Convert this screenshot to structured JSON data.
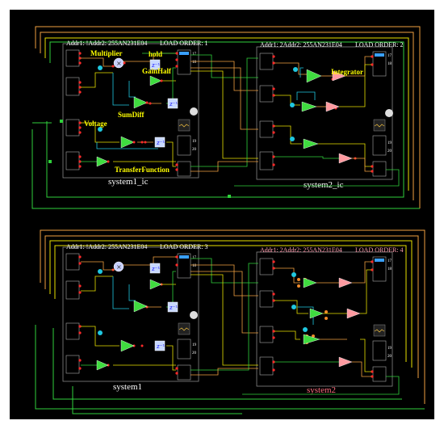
{
  "systems": [
    {
      "header_addr": "Addr1: !Addr2: 255AN231E04",
      "load_order": "LOAD ORDER: 1",
      "name": "system1_ic",
      "block_labels": {
        "multiplier": "Multiplier",
        "hold": "hold",
        "gainhalf": "GainHalf",
        "sumdiff": "SumDiff",
        "voltage": "Voltage",
        "transfer": "TransferFunction"
      }
    },
    {
      "header_addr": "Addr1: 2Addr2: 255AN231E04",
      "load_order": "LOAD ORDER: 2",
      "name": "system2_ic",
      "block_labels": {
        "integrator": "Integrator"
      }
    },
    {
      "header_addr": "Addr1: !Addr2: 255AN231E04",
      "load_order": "LOAD ORDER: 3",
      "name": "system1"
    },
    {
      "header_addr": "Addr1: 2Addr2: 255AN231E04",
      "load_order": "LOAD ORDER: 4",
      "name": "system2"
    }
  ],
  "pins": {
    "p19": "19",
    "p20": "20",
    "p17": "17",
    "p18": "18"
  },
  "colors": {
    "background": "#000000",
    "wire_green": "#2fd13b",
    "wire_orange": "#f0a040",
    "wire_yellow": "#e8e000",
    "block_cyan": "#1fc8e0",
    "component_red": "#ff2a2a",
    "label_yellow": "#ffff00",
    "system2_label": "#ff6f7f"
  },
  "icons": [
    "multiplier-x-icon",
    "amplifier-triangle-icon",
    "z-delay-icon",
    "probe-icon",
    "clock-source-icon"
  ]
}
